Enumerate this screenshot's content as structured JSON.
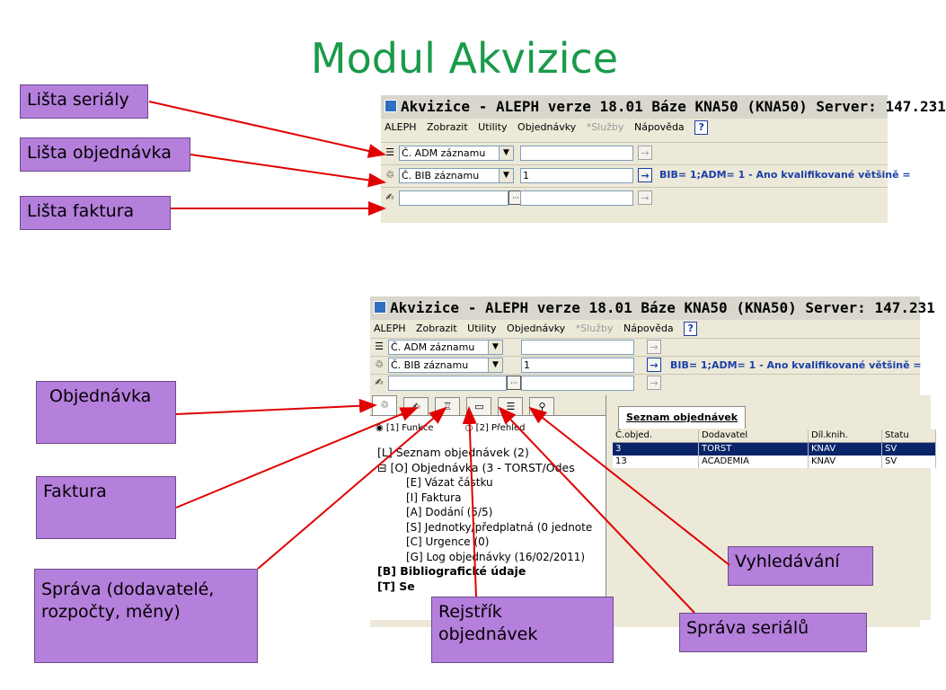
{
  "slide_title": "Modul Akvizice",
  "callouts": {
    "serials_bar": "Lišta seriály",
    "order_bar": "Lišta objednávka",
    "invoice_bar": "Lišta faktura",
    "order": "Objednávka",
    "invoice": "Faktura",
    "admin": "Správa (dodavatelé, rozpočty, měny)",
    "order_index": "Rejstřík objednávek",
    "search": "Vyhledávání",
    "serials_admin": "Správa seriálů"
  },
  "app": {
    "window_title": "Akvizice - ALEPH verze 18.01  Báze KNA50 (KNA50)  Server: 147.231",
    "menu": [
      "ALEPH",
      "Zobrazit",
      "Utility",
      "Objednávky",
      "*Služby",
      "Nápověda"
    ],
    "help_glyph": "?",
    "adm_combo": "Č. ADM záznamu",
    "bib_combo": "Č. BIB záznamu",
    "bib_value": "1",
    "bib_info": "BIB= 1;ADM= 1 - Ano kvalifikované většině =",
    "ellipsis": "···",
    "radio_functions": "[1] Funkce",
    "radio_overview": "[2] Přehled",
    "tree": {
      "order_list": "[L] Seznam objednávek (2)",
      "order": "[O] Objednávka (3 - TORST/Odes",
      "items": [
        "[E] Vázat částku",
        "[I] Faktura",
        "[A] Dodání (5/5)",
        "[S] Jednotky/předplatná (0 jednote",
        "[C] Urgence (0)",
        "[G] Log objednávky (16/02/2011)"
      ],
      "bib": "[B] Bibliografické údaje",
      "t_item": "[T] Se"
    },
    "list_tab": "Seznam objednávek",
    "columns": [
      "Č.objed.",
      "Dodavatel",
      "Díl.knih.",
      "Statu"
    ],
    "rows": [
      [
        "3",
        "TORST",
        "KNAV",
        "SV"
      ],
      [
        "13",
        "ACADEMIA",
        "KNAV",
        "SV"
      ]
    ]
  },
  "colors": {
    "title": "#1a9a4a",
    "callout_fill": "#b57fdc",
    "arrow": "#e00000",
    "selection": "#0a246a"
  }
}
